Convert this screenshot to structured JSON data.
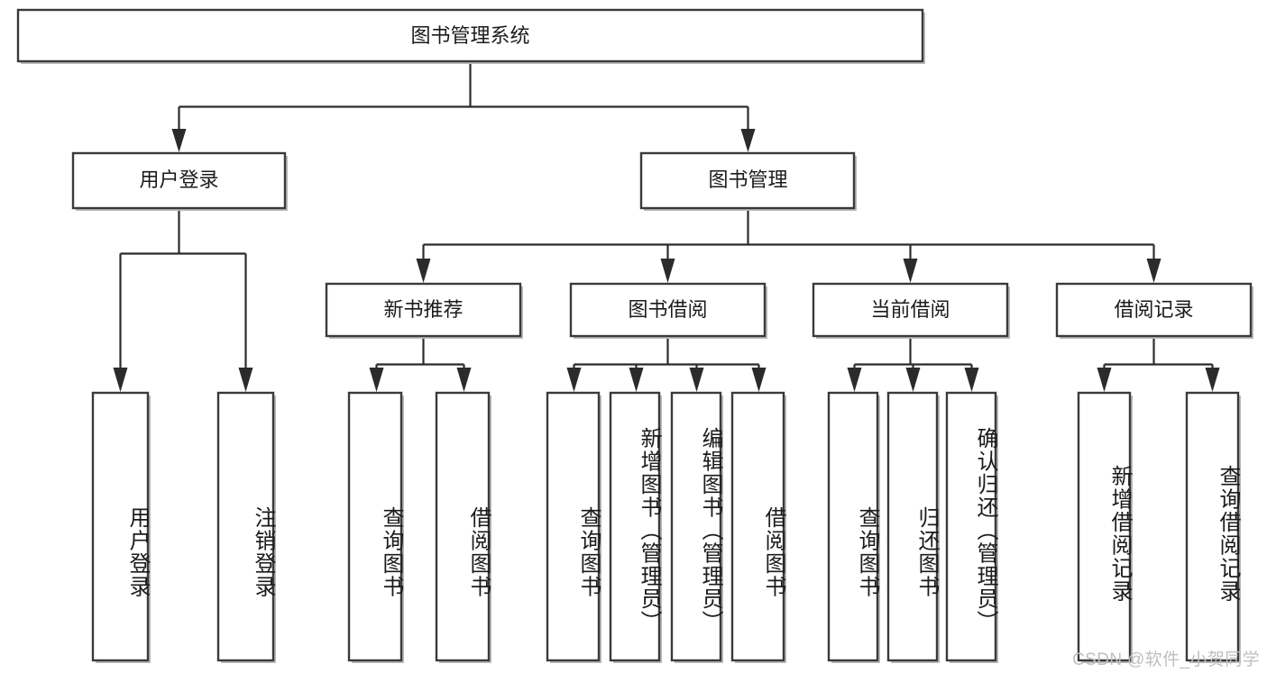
{
  "diagram": {
    "type": "tree-hierarchy",
    "title": "图书管理系统",
    "orientation": "top-down",
    "watermark": "CSDN @软件_小贺同学",
    "colors": {
      "box_stroke": "#3a3a3a",
      "box_fill": "#ffffff",
      "connector": "#2b2b2b",
      "text": "#1b1b1b",
      "watermark": "#bfbfbf",
      "background": "#ffffff"
    },
    "root": {
      "id": "root",
      "label": "图书管理系统",
      "level": 1
    },
    "level2": [
      {
        "id": "user-login",
        "label": "用户登录",
        "level": 2
      },
      {
        "id": "book-management",
        "label": "图书管理",
        "level": 2
      }
    ],
    "level3": [
      {
        "id": "new-book-recommend",
        "label": "新书推荐",
        "level": 3,
        "parent": "book-management"
      },
      {
        "id": "book-borrow",
        "label": "图书借阅",
        "level": 3,
        "parent": "book-management"
      },
      {
        "id": "current-borrow",
        "label": "当前借阅",
        "level": 3,
        "parent": "book-management"
      },
      {
        "id": "borrow-record",
        "label": "借阅记录",
        "level": 3,
        "parent": "book-management"
      }
    ],
    "leaves": {
      "user_login": [
        {
          "id": "leaf-user-login",
          "label": "用户登录",
          "parent": "user-login"
        },
        {
          "id": "leaf-user-logout",
          "label": "注销登录",
          "parent": "user-login"
        }
      ],
      "new_book_recommend": [
        {
          "id": "leaf-query-book-1",
          "label": "查询图书",
          "parent": "new-book-recommend"
        },
        {
          "id": "leaf-borrow-book-1",
          "label": "借阅图书",
          "parent": "new-book-recommend"
        }
      ],
      "book_borrow": [
        {
          "id": "leaf-query-book-2",
          "label": "查询图书",
          "parent": "book-borrow"
        },
        {
          "id": "leaf-add-book",
          "label": "新增图书（管理员）",
          "parent": "book-borrow"
        },
        {
          "id": "leaf-edit-book",
          "label": "编辑图书（管理员）",
          "parent": "book-borrow"
        },
        {
          "id": "leaf-borrow-book-2",
          "label": "借阅图书",
          "parent": "book-borrow"
        }
      ],
      "current_borrow": [
        {
          "id": "leaf-query-book-3",
          "label": "查询图书",
          "parent": "current-borrow"
        },
        {
          "id": "leaf-return-book",
          "label": "归还图书",
          "parent": "current-borrow"
        },
        {
          "id": "leaf-confirm-return",
          "label": "确认归还（管理员）",
          "parent": "current-borrow"
        }
      ],
      "borrow_record": [
        {
          "id": "leaf-add-borrow-record",
          "label": "新增借阅记录",
          "parent": "borrow-record"
        },
        {
          "id": "leaf-query-borrow-record",
          "label": "查询借阅记录",
          "parent": "borrow-record"
        }
      ]
    }
  }
}
